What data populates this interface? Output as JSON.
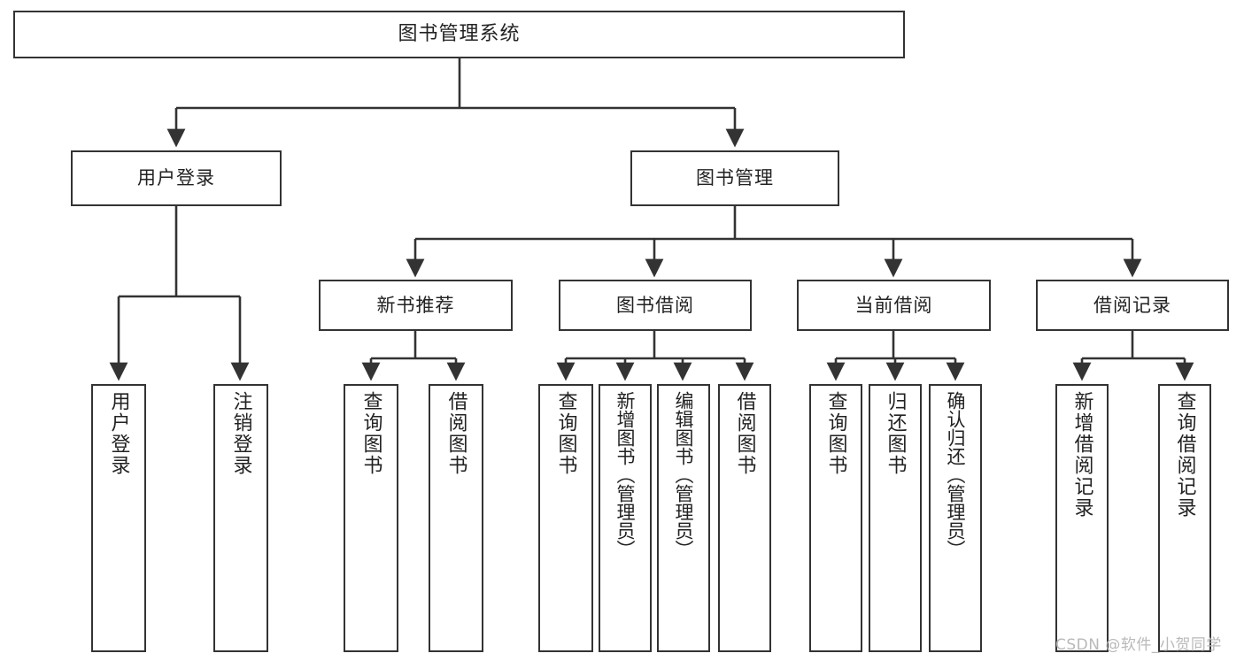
{
  "diagram": {
    "title": "图书管理系统",
    "type": "hierarchy-tree",
    "watermark": "CSDN @软件_小贺同学",
    "colors": {
      "stroke": "#333333",
      "fill": "#ffffff",
      "text": "#222222",
      "watermark": "#b9b9b9"
    },
    "root": {
      "label": "图书管理系统"
    },
    "level1": [
      {
        "label": "用户登录"
      },
      {
        "label": "图书管理"
      }
    ],
    "level2": [
      {
        "label": "新书推荐"
      },
      {
        "label": "图书借阅"
      },
      {
        "label": "当前借阅"
      },
      {
        "label": "借阅记录"
      }
    ],
    "leaves": {
      "user_login": [
        {
          "label": "用户登录"
        },
        {
          "label": "注销登录"
        }
      ],
      "new_book_recommend": [
        {
          "label": "查询图书"
        },
        {
          "label": "借阅图书"
        }
      ],
      "book_borrow": [
        {
          "label": "查询图书"
        },
        {
          "label": "新增图书（管理员）"
        },
        {
          "label": "编辑图书（管理员）"
        },
        {
          "label": "借阅图书"
        }
      ],
      "current_borrow": [
        {
          "label": "查询图书"
        },
        {
          "label": "归还图书"
        },
        {
          "label": "确认归还（管理员）"
        }
      ],
      "borrow_record": [
        {
          "label": "新增借阅记录"
        },
        {
          "label": "查询借阅记录"
        }
      ]
    }
  }
}
